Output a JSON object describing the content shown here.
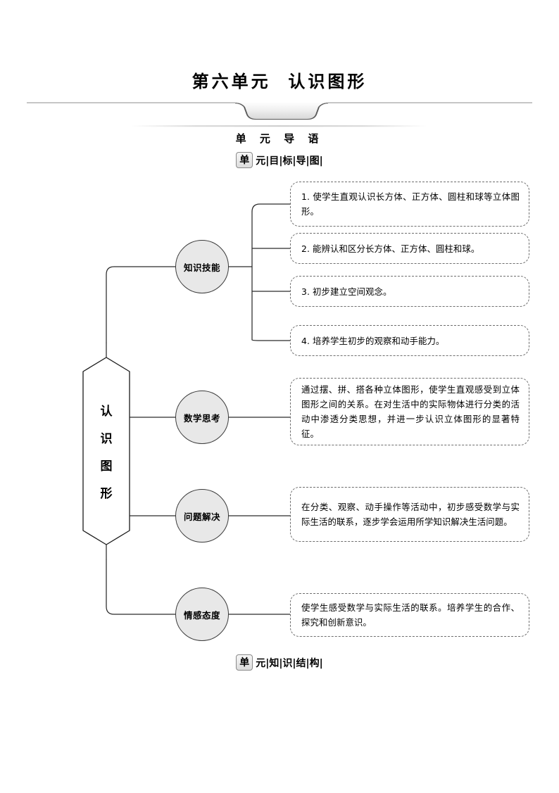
{
  "page": {
    "title": "第六单元  认识图形",
    "section_heading": "单  元  导  语"
  },
  "tags": {
    "unit_goal": {
      "badge": "单",
      "rest": "元|目|标|导|图|"
    },
    "unit_structure": {
      "badge": "单",
      "rest": "元|知|识|结|构|"
    }
  },
  "diagram": {
    "center_node": {
      "label": "认识图形",
      "chars": [
        "认",
        "识",
        "图",
        "形"
      ]
    },
    "branches": [
      {
        "node_label": "知识技能",
        "details": [
          "1. 使学生直观认识长方体、正方体、圆柱和球等立体图形。",
          "2. 能辨认和区分长方体、正方体、圆柱和球。",
          "3. 初步建立空间观念。",
          "4. 培养学生初步的观察和动手能力。"
        ]
      },
      {
        "node_label": "数学思考",
        "details": [
          "通过摆、拼、搭各种立体图形，使学生直观感受到立体图形之间的关系。在对生活中的实际物体进行分类的活动中渗透分类思想，并进一步认识立体图形的显著特征。"
        ]
      },
      {
        "node_label": "问题解决",
        "details": [
          "在分类、观察、动手操作等活动中，初步感受数学与实际生活的联系，逐步学会运用所学知识解决生活问题。"
        ]
      },
      {
        "node_label": "情感态度",
        "details": [
          "使学生感受数学与实际生活的联系。培养学生的合作、探究和创新意识。"
        ]
      }
    ]
  },
  "colors": {
    "node_fill": "#e8e8e8",
    "node_stroke": "#3a3a3a",
    "connector": "#2b2b2b",
    "dashed_border": "#6e6e6e",
    "text": "#000000"
  }
}
